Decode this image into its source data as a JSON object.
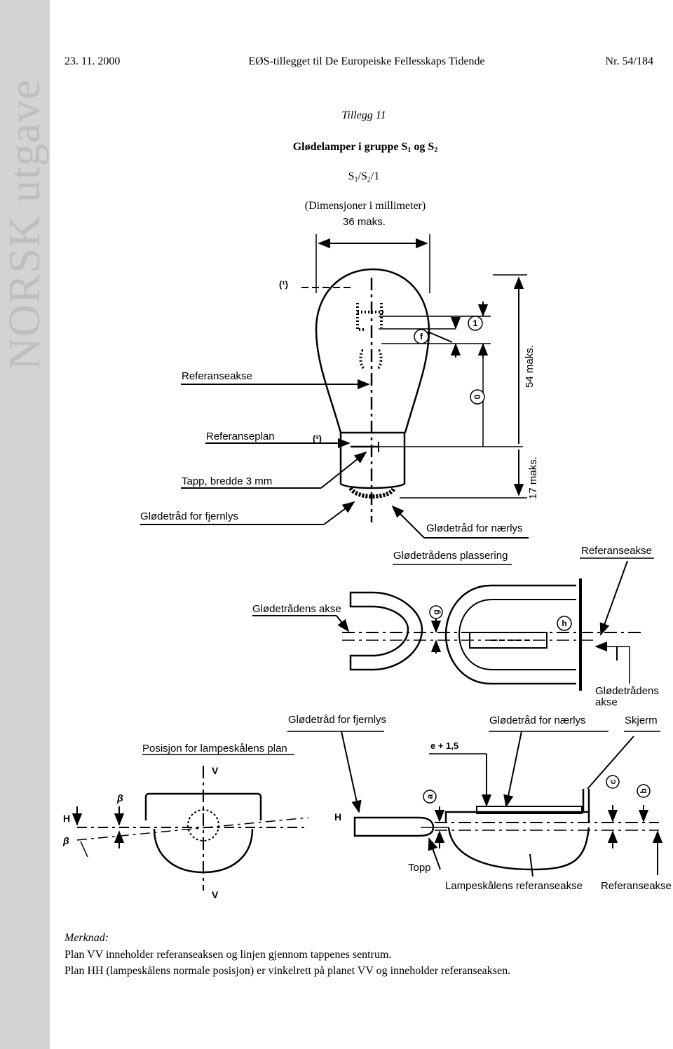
{
  "sidebar": {
    "text": "NORSK utgave"
  },
  "header": {
    "date": "23. 11. 2000",
    "publication": "EØS-tillegget til De Europeiske Fellesskaps Tidende",
    "page": "Nr. 54/184"
  },
  "title": {
    "annex": "Tillegg 11",
    "heading_pre": "Glødelamper i gruppe S",
    "heading_sub1": "1",
    "heading_mid": " og S",
    "heading_sub2": "2",
    "code_pre": "S",
    "code_sub1": "1",
    "code_mid": "/S",
    "code_sub2": "2",
    "code_post": "/1",
    "units": "(Dimensjoner i millimeter)"
  },
  "diagram_top": {
    "width_label": "36 maks.",
    "height_label": "54 maks.",
    "cap_label": "17 maks.",
    "note1": "(¹)",
    "note2": "(²)",
    "ref_axis": "Referanseakse",
    "ref_plane": "Referanseplan",
    "tab": "Tapp, bredde 3 mm",
    "filament_far": "Glødetråd for fjernlys",
    "filament_near": "Glødetråd for nærlys",
    "circle_f": "f",
    "circle_1": "1",
    "circle_0": "0"
  },
  "diagram_mid": {
    "section_title": "Glødetrådens plassering",
    "ref_axis": "Referanseakse",
    "filament_axis": "Glødetrådens akse",
    "filament_axis_wrap1": "Glødetrådens",
    "filament_axis_wrap2": "akse",
    "circle_g": "g",
    "circle_h": "h"
  },
  "diagram_bottom": {
    "filament_far": "Glødetråd for fjernlys",
    "filament_near": "Glødetråd for nærlys",
    "shield": "Skjerm",
    "cap_plane": "Posisjon for lampeskålens plan",
    "offset": "e + 1,5",
    "letter_V_top": "V",
    "letter_V_bottom": "V",
    "letter_H_left": "H",
    "letter_H_right": "H",
    "beta": "β",
    "circle_a": "a",
    "circle_c": "c",
    "circle_b": "b",
    "top_label": "Topp",
    "cap_ref_axis": "Lampeskålens referanseakse",
    "ref_axis": "Referanseakse"
  },
  "notes": {
    "label": "Merknad:",
    "line1": "Plan VV inneholder referanseaksen og linjen gjennom tappenes sentrum.",
    "line2": "Plan HH (lampeskålens normale posisjon) er vinkelrett på planet VV og inneholder referanseaksen."
  }
}
